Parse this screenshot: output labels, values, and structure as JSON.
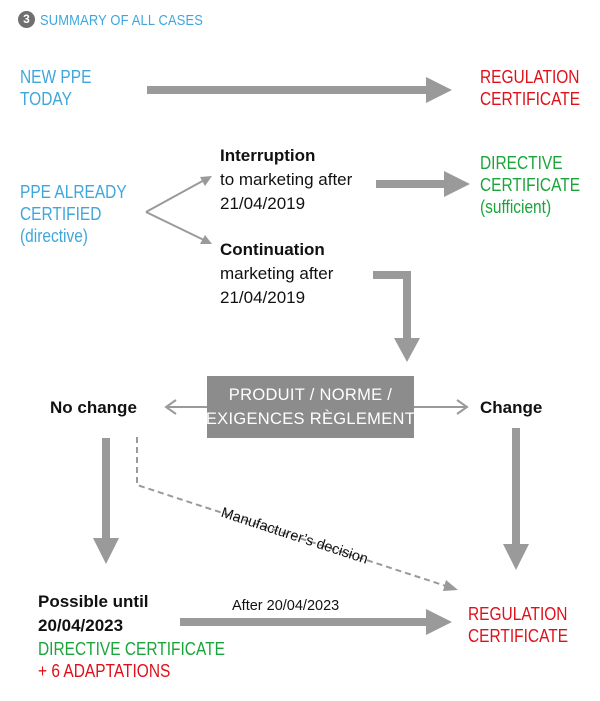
{
  "header": {
    "number": "3",
    "title": "SUMMARY OF ALL CASES"
  },
  "new_ppe": {
    "line1": "NEW PPE",
    "line2": "TODAY"
  },
  "regulation_top": {
    "line1": "REGULATION",
    "line2": "CERTIFICATE"
  },
  "ppe_certified": {
    "line1": "PPE ALREADY",
    "line2": "CERTIFIED",
    "line3": "(directive)"
  },
  "interruption": {
    "title": "Interruption",
    "line1": "to marketing after",
    "line2": "21/04/2019"
  },
  "directive_cert": {
    "line1": "DIRECTIVE",
    "line2": "CERTIFICATE",
    "line3": "(sufficient)"
  },
  "continuation": {
    "title": "Continuation",
    "line1": "marketing after",
    "line2": "21/04/2019"
  },
  "center_box": {
    "line1": "PRODUIT / NORME /",
    "line2": "EXIGENCES RÈGLEMENT"
  },
  "no_change": "No change",
  "change": "Change",
  "manufacturer_decision": "Manufacturer’s decision",
  "possible_until": {
    "line1": "Possible until",
    "line2": "20/04/2023"
  },
  "directive_adapt": {
    "line1": "DIRECTIVE CERTIFICATE",
    "line2": "+ 6 ADAPTATIONS"
  },
  "after_date": "After 20/04/2023",
  "regulation_bottom": {
    "line1": "REGULATION",
    "line2": "CERTIFICATE"
  },
  "colors": {
    "blue": "#3fa6dc",
    "red": "#e0101a",
    "green": "#1aa53a",
    "grey": "#8c8c8c",
    "arrow": "#9a9a9a"
  }
}
